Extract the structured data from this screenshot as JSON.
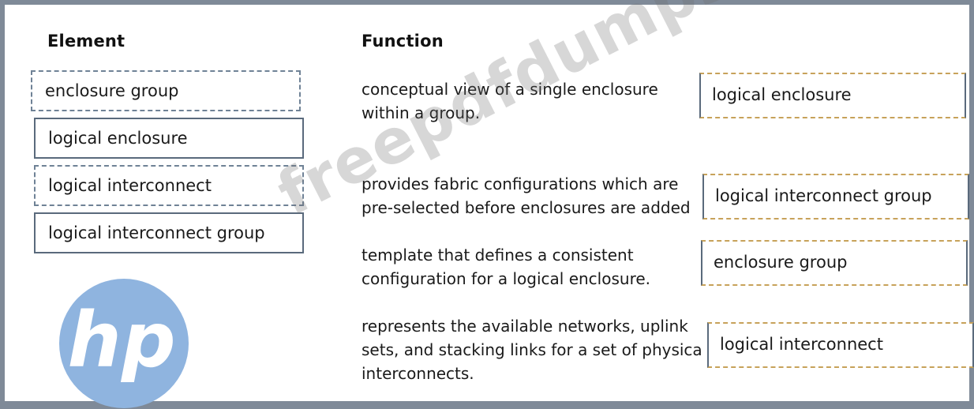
{
  "headers": {
    "element": "Element",
    "function": "Function"
  },
  "elements": [
    {
      "label": "enclosure group"
    },
    {
      "label": "logical enclosure"
    },
    {
      "label": "logical interconnect"
    },
    {
      "label": "logical interconnect group"
    }
  ],
  "functions": [
    {
      "line1": "conceptual view of a single enclosure",
      "line2": "within  a  group.",
      "line3": "",
      "answer": "logical enclosure"
    },
    {
      "line1": "provides fabric configurations which are",
      "line2": "pre-selected before enclosures are added",
      "line3": "",
      "answer": "logical interconnect group"
    },
    {
      "line1": "template that defines a consistent",
      "line2": "configuration for a logical enclosure.",
      "line3": "",
      "answer": "enclosure group"
    },
    {
      "line1": "represents the available networks, uplink",
      "line2": "sets, and stacking links for a set of physica",
      "line3": "interconnects.",
      "answer": "logical interconnect"
    }
  ],
  "logo": {
    "text": "hp",
    "color": "#8fb4df"
  },
  "watermark": {
    "text": "freepdfdumps.com"
  },
  "colors": {
    "frame": "#7f8a98",
    "box_border": "#5a6a7c",
    "drop_dash": "#c7a25a"
  }
}
